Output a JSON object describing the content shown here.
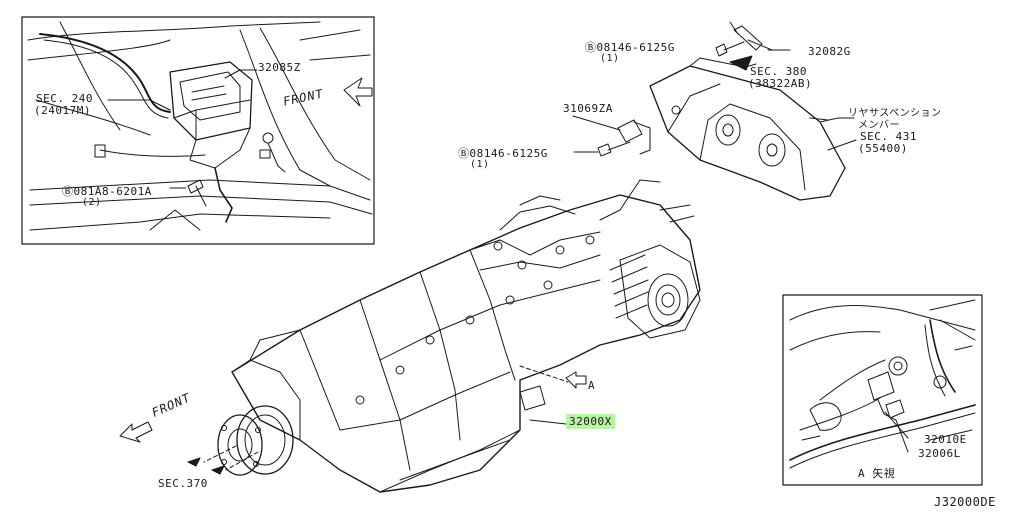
{
  "diagram_id": "J32000DE",
  "callouts": {
    "bolt_top": {
      "part": "Ⓑ08146-6125G",
      "qty": "(1)"
    },
    "bracket_top": "32082G",
    "sec380": {
      "sec": "SEC. 380",
      "ref": "(38322AB)"
    },
    "susp_member_jp_1": "リヤサスペンション",
    "susp_member_jp_2": "メンバー",
    "sec431": {
      "sec": "SEC. 431",
      "ref": "(55400)"
    },
    "sensor": "31069ZA",
    "bolt_mid": {
      "part": "Ⓑ08146-6125G",
      "qty": "(1)"
    },
    "main_part": "32000X",
    "arrow_a": "A",
    "sec370": "SEC.370",
    "front_main": "FRONT"
  },
  "inset_top_left": {
    "module": "32085Z",
    "sec240": {
      "sec": "SEC. 240",
      "ref": "(24017M)"
    },
    "front": "FRONT",
    "bolt": {
      "part": "Ⓑ081A8-6201A",
      "qty": "(2)"
    }
  },
  "inset_bottom_right": {
    "part_1": "32010E",
    "part_2": "32006L",
    "view_label": "A 矢視"
  }
}
